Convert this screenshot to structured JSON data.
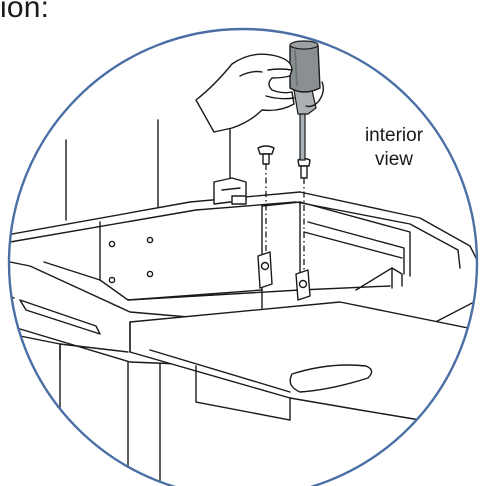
{
  "header_fragment": "ion:",
  "callout": {
    "line1": "interior",
    "line2": "view"
  },
  "colors": {
    "circle_border": "#4a6fa5",
    "line_art": "#1a1a1a",
    "screwdriver_shaft": "#aab0b3",
    "screwdriver_handle": "#8a8f92",
    "background": "#ffffff"
  },
  "icons": {
    "hand": "hand-holding-screwdriver-icon",
    "tool": "screwdriver-icon",
    "fastener": "screw-icon"
  }
}
